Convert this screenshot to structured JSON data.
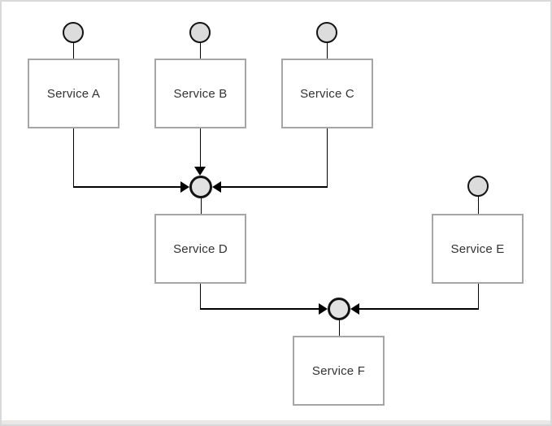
{
  "page": {
    "background": "#ffffff",
    "border_color": "#d9d9d9",
    "bottom_bar_color": "#eae7e7"
  },
  "diagram": {
    "colors": {
      "node_border": "#a6a6a6",
      "node_fill": "#ffffff",
      "event_circle_fill": "#dcdcdc",
      "event_circle_border": "#131313",
      "junction_fill": "#e2e2e2",
      "connector": "#000000",
      "label_text": "#333333"
    },
    "nodes": [
      {
        "id": "service-a",
        "label": "Service A"
      },
      {
        "id": "service-b",
        "label": "Service B"
      },
      {
        "id": "service-c",
        "label": "Service C"
      },
      {
        "id": "service-d",
        "label": "Service D"
      },
      {
        "id": "service-e",
        "label": "Service E"
      },
      {
        "id": "service-f",
        "label": "Service F"
      }
    ],
    "events": [
      {
        "attached_to": "Service A"
      },
      {
        "attached_to": "Service B"
      },
      {
        "attached_to": "Service C"
      },
      {
        "attached_to": "Service E"
      }
    ],
    "junctions": [
      {
        "id": "merge-junction-1",
        "inputs": [
          "Service A",
          "Service B",
          "Service C"
        ],
        "output": "Service D"
      },
      {
        "id": "merge-junction-2",
        "inputs": [
          "Service D",
          "Service E"
        ],
        "output": "Service F"
      }
    ]
  }
}
